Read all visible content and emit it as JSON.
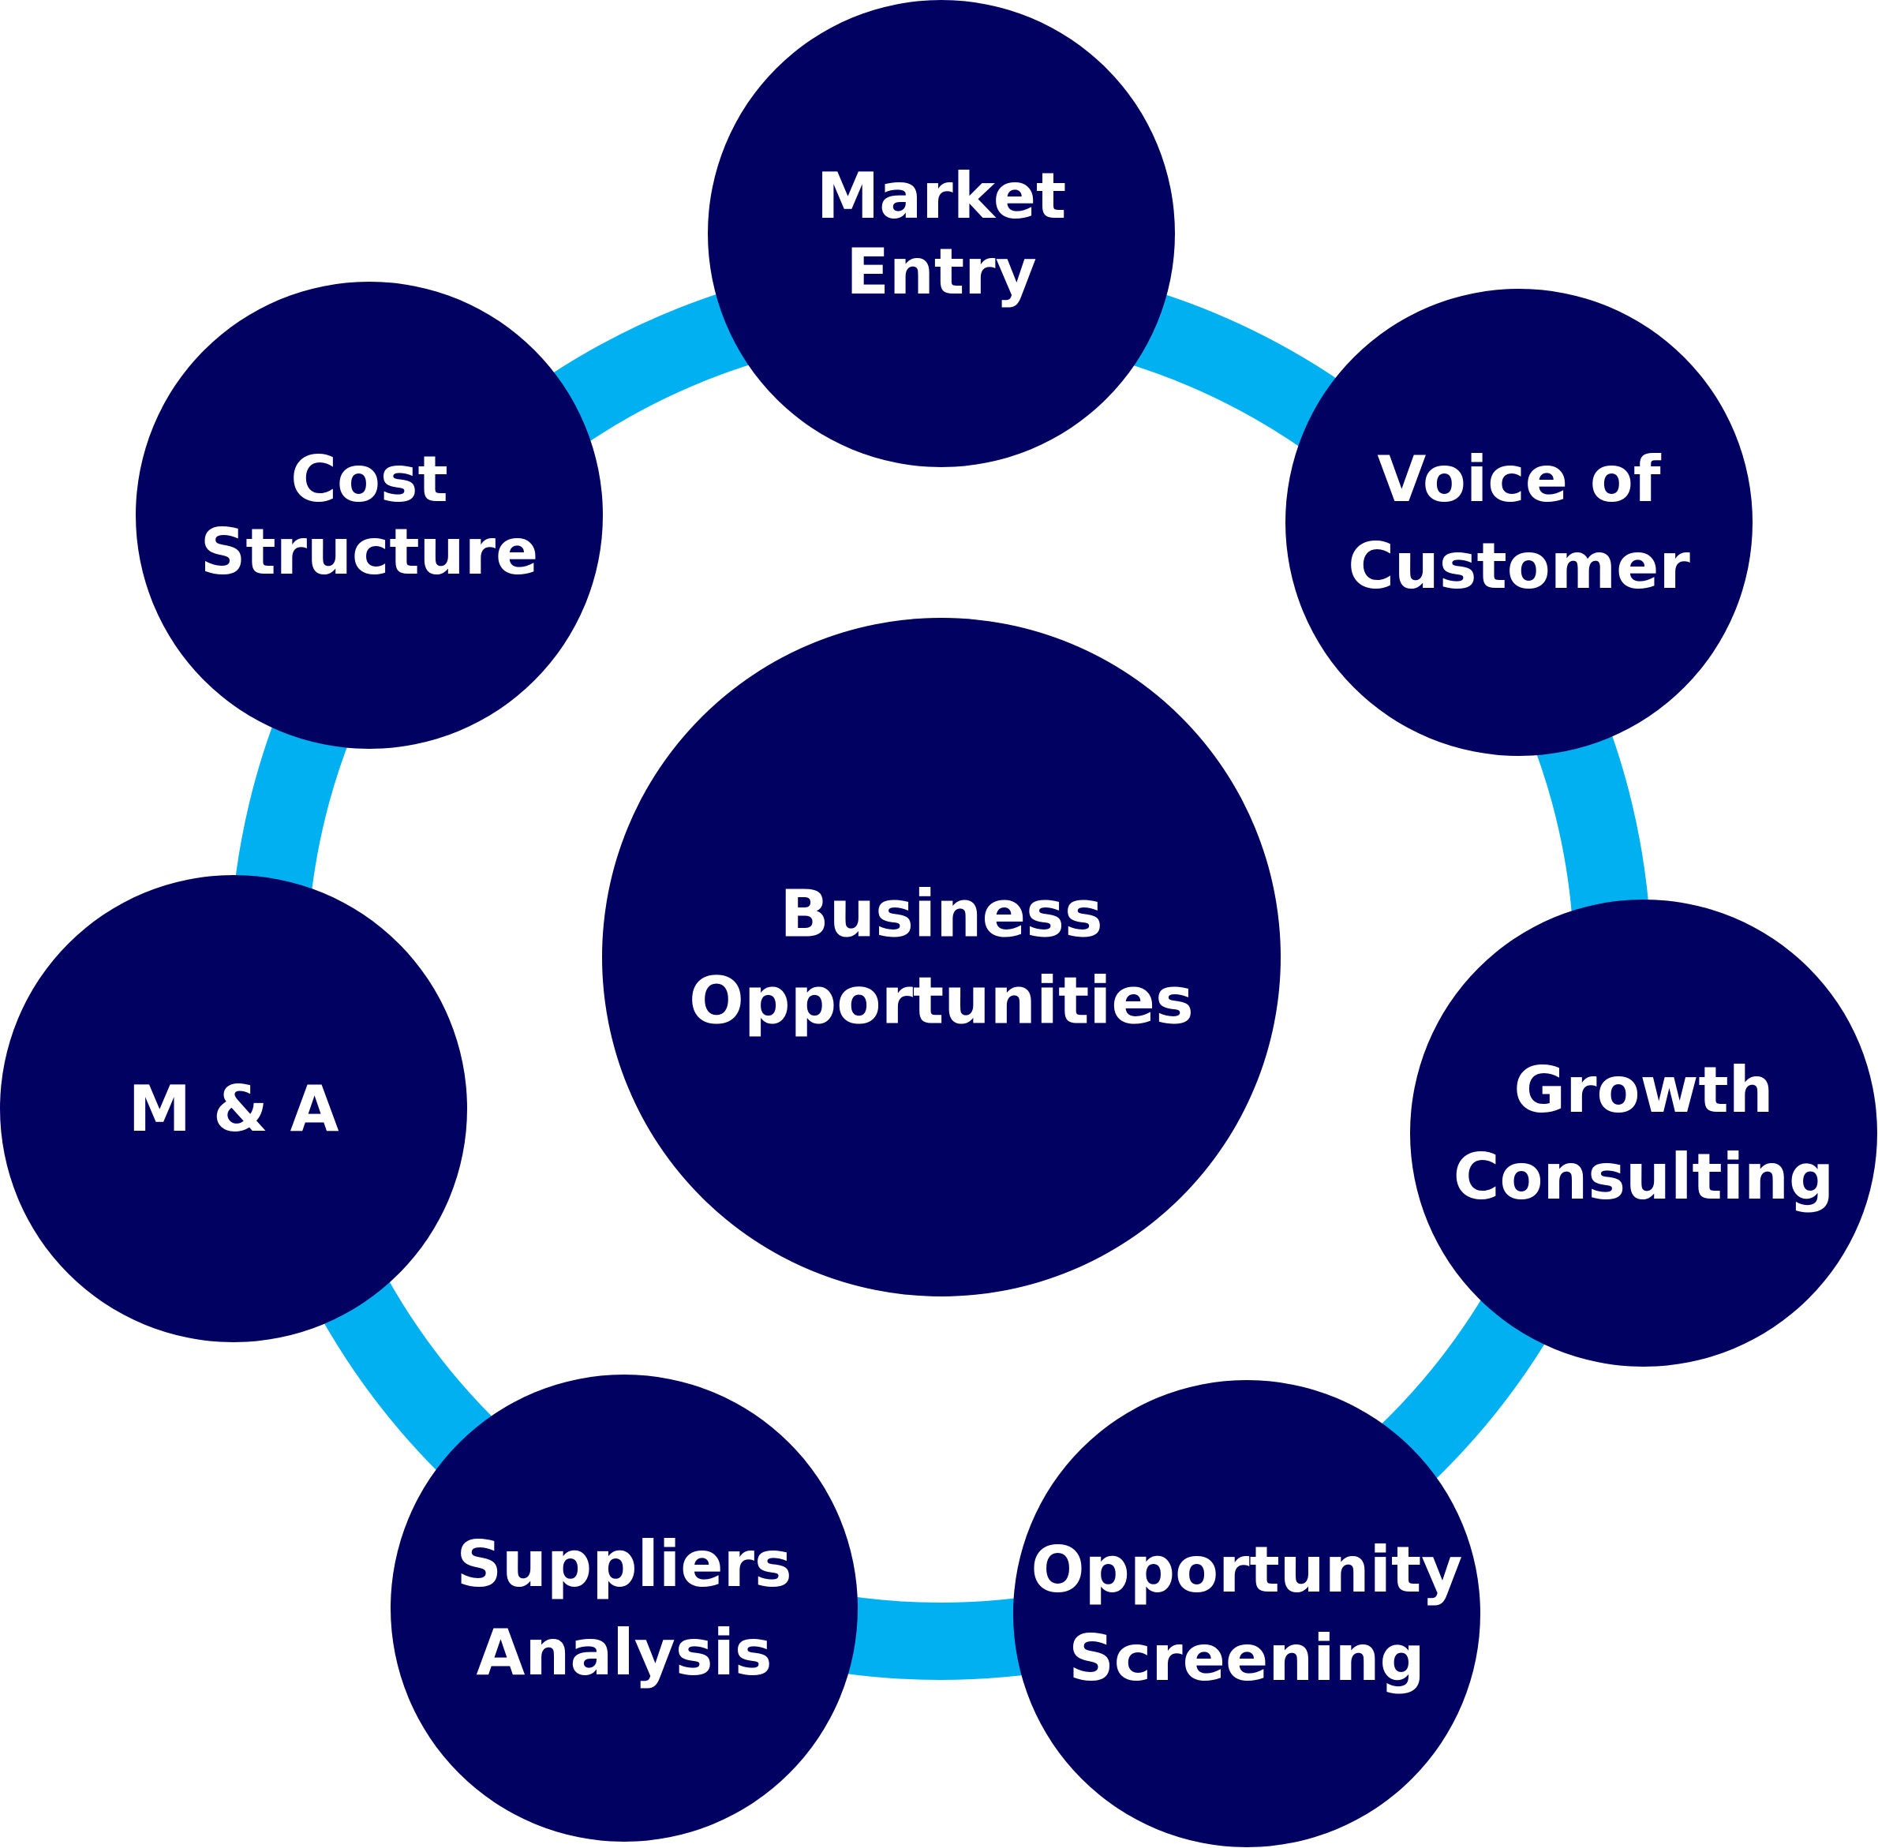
{
  "colors": {
    "ring": "#00b0f0",
    "node_fill": "#010162",
    "text": "#ffffff"
  },
  "center": {
    "label_lines": [
      "Business",
      "Opportunities"
    ]
  },
  "nodes": [
    {
      "id": "market-entry",
      "label_lines": [
        "Market",
        "Entry"
      ]
    },
    {
      "id": "voice-of-customer",
      "label_lines": [
        "Voice of",
        "Customer"
      ]
    },
    {
      "id": "growth-consulting",
      "label_lines": [
        "Growth",
        "Consulting"
      ]
    },
    {
      "id": "opportunity-screening",
      "label_lines": [
        "Opportunity",
        "Screening"
      ]
    },
    {
      "id": "suppliers-analysis",
      "label_lines": [
        "Suppliers",
        "Analysis"
      ]
    },
    {
      "id": "m-and-a",
      "label_lines": [
        "M & A"
      ]
    },
    {
      "id": "cost-structure",
      "label_lines": [
        "Cost",
        "Structure"
      ]
    }
  ]
}
